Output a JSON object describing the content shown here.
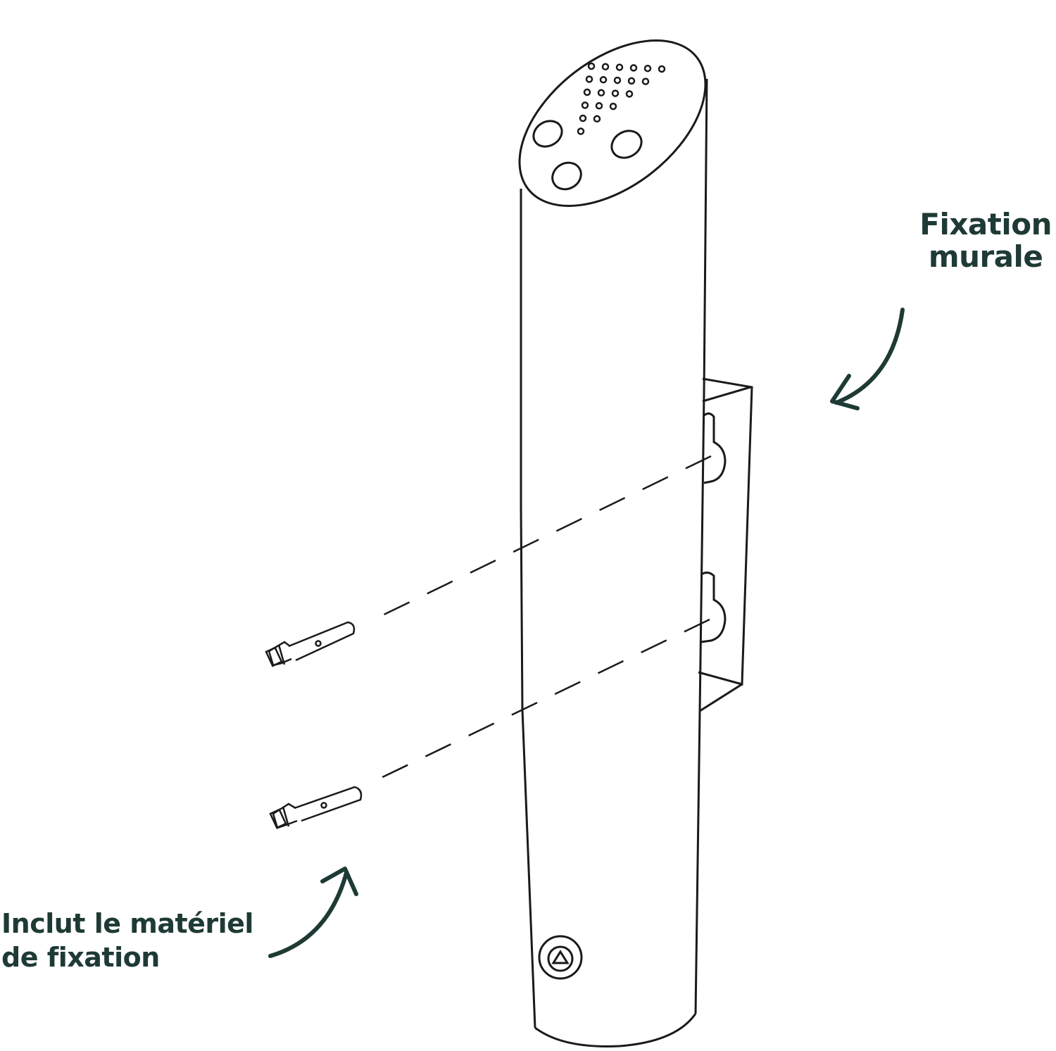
{
  "labels": {
    "wall_mount": {
      "line1": "Fixation",
      "line2": "murale"
    },
    "hardware": {
      "line1": "Inclut le matériel",
      "line2": "de fixation"
    }
  },
  "colors": {
    "label_text": "#1e3a34",
    "line_art": "#1a1a1a",
    "background": "#ffffff"
  },
  "icons": {
    "top_grid": "perforated-triangle-dots-icon",
    "lock": "triangle-lock-icon"
  }
}
